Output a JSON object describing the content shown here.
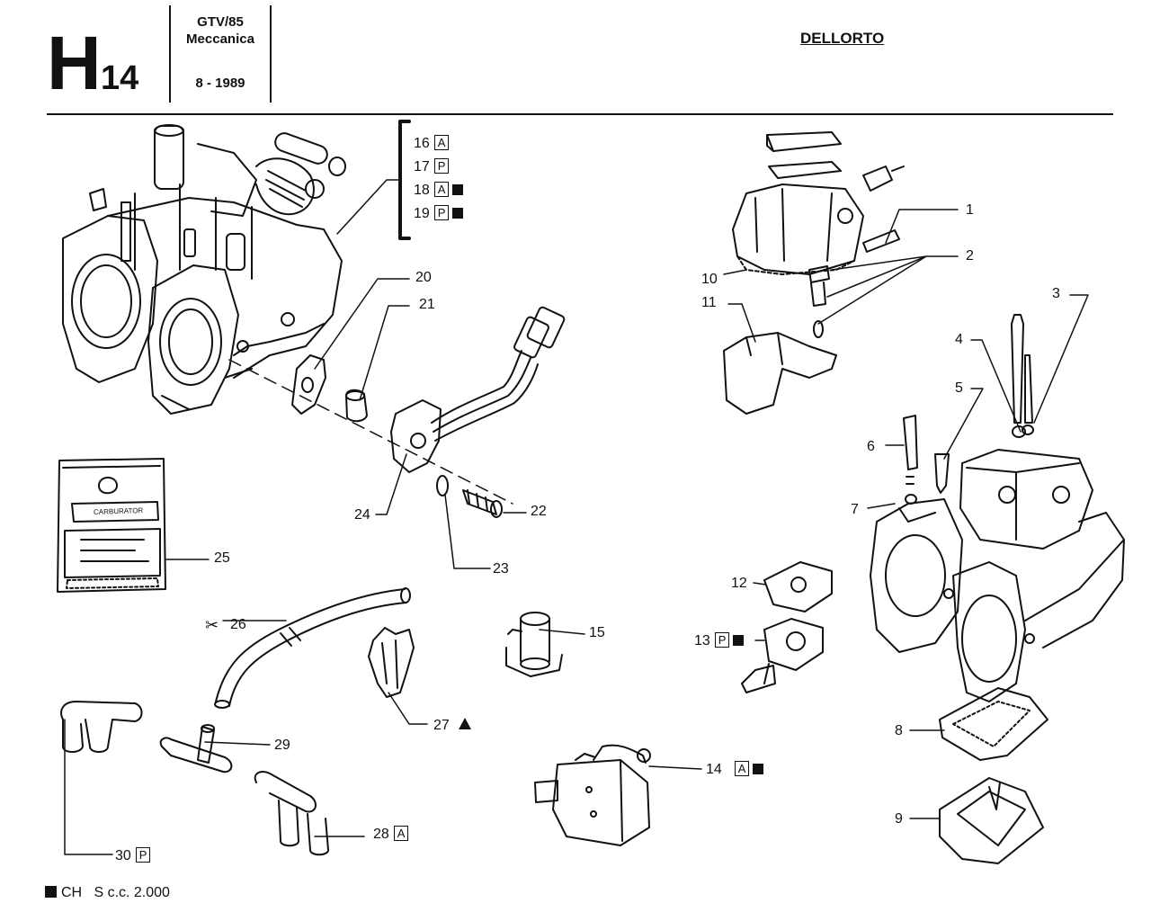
{
  "header": {
    "section_letter": "H",
    "section_number": "14",
    "model": "GTV/85",
    "group": "Meccanica",
    "date": "8 - 1989",
    "brand": "DELLORTO"
  },
  "callouts": [
    {
      "id": "c16",
      "num": "16",
      "tag": "A",
      "marked": false
    },
    {
      "id": "c17",
      "num": "17",
      "tag": "P",
      "marked": false
    },
    {
      "id": "c18",
      "num": "18",
      "tag": "A",
      "marked": true
    },
    {
      "id": "c19",
      "num": "19",
      "tag": "P",
      "marked": true
    },
    {
      "id": "c20",
      "num": "20"
    },
    {
      "id": "c21",
      "num": "21"
    },
    {
      "id": "c22",
      "num": "22"
    },
    {
      "id": "c23",
      "num": "23"
    },
    {
      "id": "c24",
      "num": "24"
    },
    {
      "id": "c25",
      "num": "25"
    },
    {
      "id": "c26",
      "num": "26"
    },
    {
      "id": "c27",
      "num": "27"
    },
    {
      "id": "c28",
      "num": "28",
      "tag": "A"
    },
    {
      "id": "c29",
      "num": "29"
    },
    {
      "id": "c30",
      "num": "30",
      "tag": "P"
    },
    {
      "id": "c1",
      "num": "1"
    },
    {
      "id": "c2",
      "num": "2"
    },
    {
      "id": "c3",
      "num": "3"
    },
    {
      "id": "c4",
      "num": "4"
    },
    {
      "id": "c5",
      "num": "5"
    },
    {
      "id": "c6",
      "num": "6"
    },
    {
      "id": "c7",
      "num": "7"
    },
    {
      "id": "c8",
      "num": "8"
    },
    {
      "id": "c9",
      "num": "9"
    },
    {
      "id": "c10",
      "num": "10"
    },
    {
      "id": "c11",
      "num": "11"
    },
    {
      "id": "c12",
      "num": "12"
    },
    {
      "id": "c13",
      "num": "13",
      "tag": "P",
      "marked": true
    },
    {
      "id": "c14",
      "num": "14",
      "tag": "A",
      "marked": true
    },
    {
      "id": "c15",
      "num": "15"
    }
  ],
  "kit_box_text": "CARBURATOR",
  "footer": {
    "legend_code": "CH",
    "legend_text": "S c.c. 2.000"
  },
  "icons": {
    "scissors": "scissors-icon",
    "triangle": "triangle-marker-icon",
    "square": "square-marker-icon"
  }
}
